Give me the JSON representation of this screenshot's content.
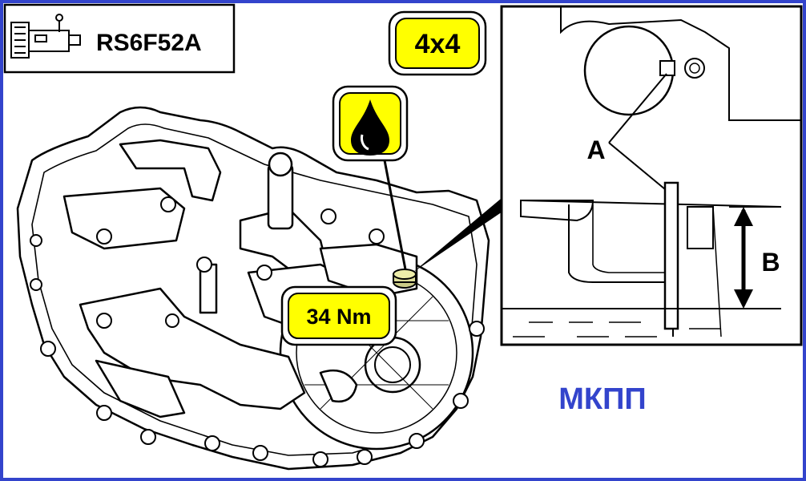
{
  "header": {
    "transmission_code": "RS6F52A",
    "icon": "gearbox-icon"
  },
  "badges": {
    "drive": "4x4",
    "torque": "34 Nm",
    "fluid_icon": "oil-drop-icon"
  },
  "detail": {
    "label_a": "A",
    "label_b": "B"
  },
  "caption": "МКПП",
  "colors": {
    "frame": "#3344cc",
    "badge_fill": "#ffff00",
    "caption": "#3344cc",
    "line": "#000000"
  }
}
